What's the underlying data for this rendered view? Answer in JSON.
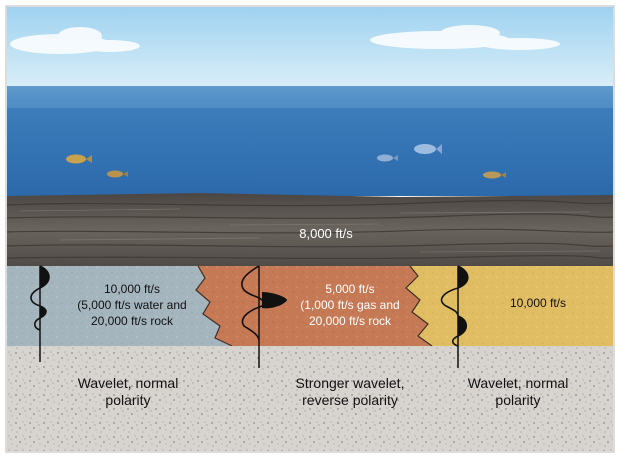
{
  "layers": {
    "shale_velocity": "8,000 ft/s",
    "water_zone": {
      "velocity": "10,000 ft/s",
      "detail_1": "(5,000 ft/s water and",
      "detail_2": "20,000 ft/s rock"
    },
    "gas_zone": {
      "velocity": "5,000 ft/s",
      "detail_1": "(1,000 ft/s gas and",
      "detail_2": "20,000 ft/s rock"
    },
    "tight_zone": {
      "velocity": "10,000 ft/s"
    }
  },
  "wavelets": [
    {
      "line1": "Wavelet, normal",
      "line2": "polarity"
    },
    {
      "line1": "Stronger wavelet,",
      "line2": "reverse polarity"
    },
    {
      "line1": "Wavelet, normal",
      "line2": "polarity"
    }
  ],
  "colors": {
    "sky": "#8ec9ea",
    "sea": "#2f6fae",
    "shale": "#5f5a55",
    "water_rock": "#a9b8c0",
    "gas_rock": "#c97c55",
    "tight_rock": "#e2bf63",
    "basement": "#d8d4d0"
  },
  "icons": [
    "fish-icon",
    "cloud-icon",
    "wavelet-icon"
  ]
}
